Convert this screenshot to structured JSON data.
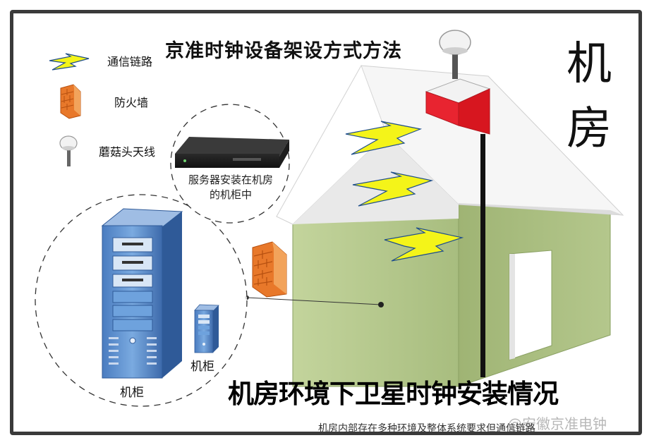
{
  "title": "京准时钟设备架设方式方法",
  "legend": [
    {
      "icon": "lightning-icon",
      "label": "通信链路"
    },
    {
      "icon": "firewall-icon",
      "label": "防火墙"
    },
    {
      "icon": "mushroom-antenna-icon",
      "label": "蘑菇头天线"
    }
  ],
  "server_caption": "服务器安装在机房的机柜中",
  "cabinet_large_label": "机柜",
  "cabinet_small_label": "机柜",
  "room_title_line1": "机",
  "room_title_line2": "房",
  "headline": "机房环境下卫星时钟安装情况",
  "caption": "机房内部存在多种环境及整体系统要求但通信链路",
  "watermark": "@安徽京准电钟",
  "colors": {
    "wall_green": "#b5c98a",
    "wall_green_dark": "#a3b97a",
    "roof": "#f4f4f4",
    "red_box": "#e8202a",
    "lightning": "#f2f21a",
    "firewall": "#e8782a",
    "server_blue": "#5b8fd1"
  }
}
